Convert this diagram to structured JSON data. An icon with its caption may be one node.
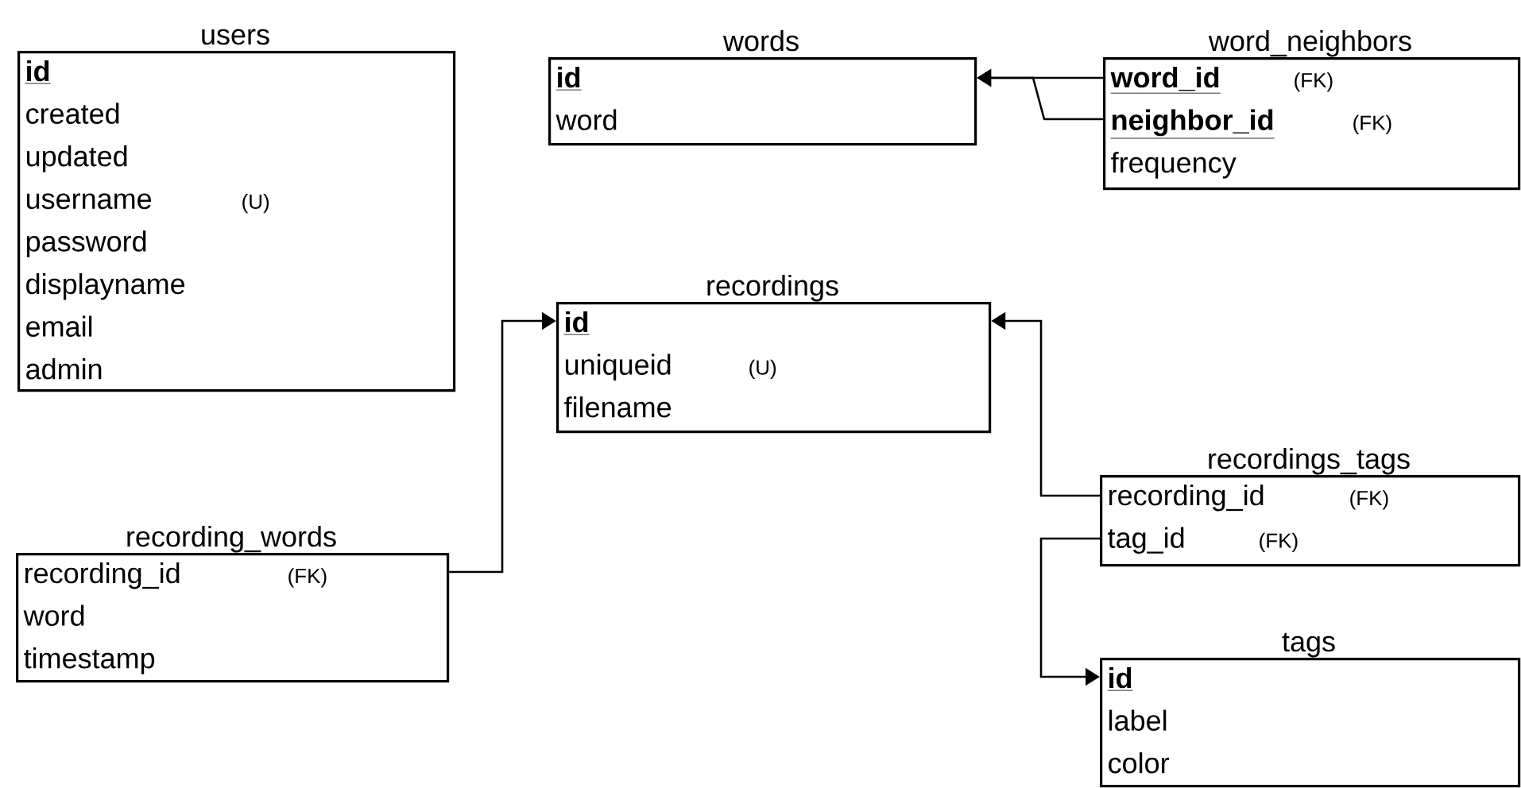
{
  "diagram": {
    "nodes": [
      {
        "text": [
          "users",
          "id",
          "created",
          "updated",
          "username",
          "(U)",
          "password",
          "displayname",
          "email",
          "admin"
        ]
      },
      {
        "text": [
          "words",
          "id",
          "word"
        ]
      },
      {
        "text": [
          "word_neighbors",
          "word_id",
          "(FK)",
          "neighbor_id",
          "(FK)",
          "frequency"
        ]
      },
      {
        "text": [
          "recordings",
          "id",
          "uniqueid",
          "(U)",
          "filename"
        ]
      },
      {
        "text": [
          "recording_words",
          "recording_id",
          "(FK)",
          "word",
          "timestamp"
        ]
      },
      {
        "text": [
          "recordings_tags",
          "recording_id",
          "(FK)",
          "tag_id",
          "(FK)"
        ]
      },
      {
        "text": [
          "tags",
          "id",
          "label",
          "color"
        ]
      }
    ],
    "edges": [
      {
        "from": 2,
        "to": 1,
        "arrow": "to"
      },
      {
        "from": 2,
        "to": 1,
        "arrow": "to"
      },
      {
        "from": 4,
        "to": 3,
        "arrow": "to"
      },
      {
        "from": 5,
        "to": 3,
        "arrow": "to"
      },
      {
        "from": 5,
        "to": 6,
        "arrow": "to"
      }
    ]
  }
}
